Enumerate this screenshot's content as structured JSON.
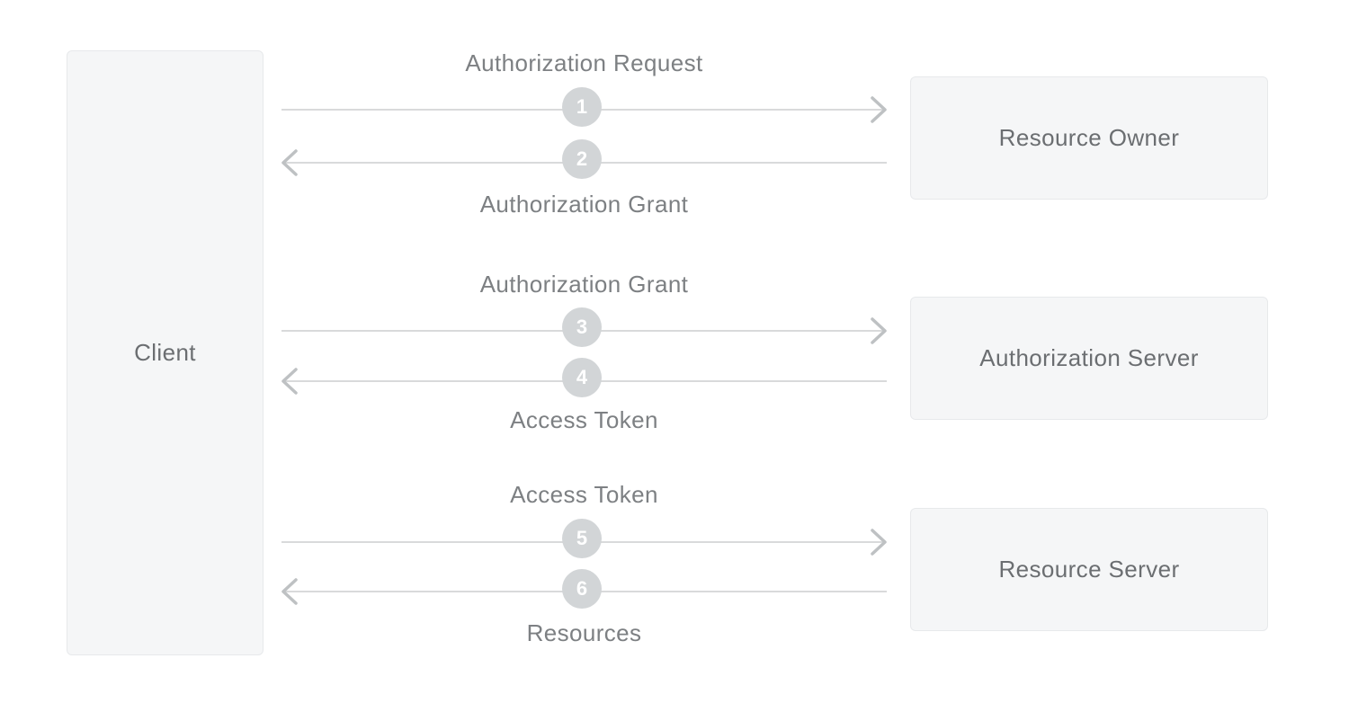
{
  "diagram": {
    "type": "oauth-abstract-flow",
    "client": {
      "label": "Client"
    },
    "entities": [
      {
        "label": "Resource Owner"
      },
      {
        "label": "Authorization Server"
      },
      {
        "label": "Resource Server"
      }
    ],
    "flows": [
      {
        "step": "1",
        "label": "Authorization Request",
        "direction": "right",
        "label_position": "above",
        "from": "Client",
        "to": "Resource Owner"
      },
      {
        "step": "2",
        "label": "Authorization Grant",
        "direction": "left",
        "label_position": "below",
        "from": "Resource Owner",
        "to": "Client"
      },
      {
        "step": "3",
        "label": "Authorization Grant",
        "direction": "right",
        "label_position": "above",
        "from": "Client",
        "to": "Authorization Server"
      },
      {
        "step": "4",
        "label": "Access Token",
        "direction": "left",
        "label_position": "below",
        "from": "Authorization Server",
        "to": "Client"
      },
      {
        "step": "5",
        "label": "Access Token",
        "direction": "right",
        "label_position": "above",
        "from": "Client",
        "to": "Resource Server"
      },
      {
        "step": "6",
        "label": "Resources",
        "direction": "left",
        "label_position": "below",
        "from": "Resource Server",
        "to": "Client"
      }
    ],
    "colors": {
      "background": "#ffffff",
      "box_fill": "#f5f6f7",
      "box_border": "#e7e9eb",
      "line": "#d9dadb",
      "arrowhead": "#bec1c3",
      "badge_fill": "#d2d5d7",
      "badge_text": "#ffffff",
      "flow_label_text": "#7d8083",
      "entity_label_text": "#6b6e71"
    }
  }
}
